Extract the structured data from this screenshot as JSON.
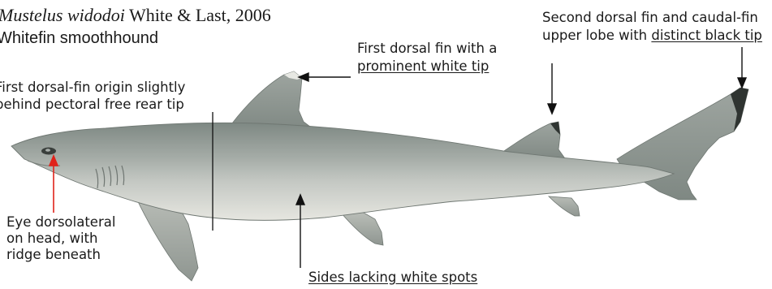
{
  "title": {
    "scientific_name": "Mustelus widodoi",
    "authority": "White & Last, 2006",
    "common_name": "Whitefin smoothhound"
  },
  "annotations": {
    "first_dorsal": {
      "line1": "First dorsal fin with a",
      "line2": "prominent white tip"
    },
    "second_dorsal": {
      "line1": "Second dorsal fin and caudal-fin",
      "line2_prefix": "upper lobe with ",
      "line2_underlined": "distinct black tip"
    },
    "dorsal_origin": {
      "line1": "First dorsal-fin origin slightly",
      "line2": "behind pectoral free rear tip"
    },
    "eye": {
      "line1": "Eye dorsolateral",
      "line2": "on head, with",
      "line3": "ridge beneath"
    },
    "sides": {
      "text": "Sides lacking white spots"
    }
  },
  "colors": {
    "body_dark": "#8c9590",
    "body_light": "#c9cdc8",
    "belly": "#e4e4de",
    "fin": "#8d948f",
    "eye_arrow": "#e0231b",
    "arrow": "#111111"
  }
}
